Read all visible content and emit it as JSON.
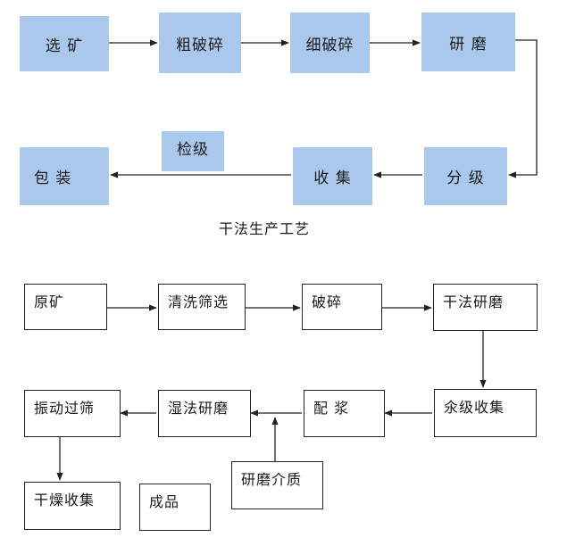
{
  "dry": {
    "caption": "干法生产工艺",
    "steps": {
      "xuankuang": "选 矿",
      "cupo": "粗破碎",
      "xipo": "细破碎",
      "yanmo": "研 磨",
      "fenji": "分 级",
      "shouji": "收 集",
      "jianji": "检级",
      "baozhuang": "包 装"
    },
    "colors": {
      "box": "#a9c8ec",
      "line": "#222222"
    }
  },
  "wet": {
    "steps": {
      "yuankuang": "原矿",
      "qingxi": "清洗筛选",
      "posui": "破碎",
      "ganfa": "干法研磨",
      "fenji": "氽级收集",
      "peijiang": "配 浆",
      "shifa": "湿法研磨",
      "zhendong": "振动过筛",
      "yanmo_jiezhi": "研磨介质",
      "ganzao": "干燥收集",
      "chengpin": "成品"
    }
  }
}
